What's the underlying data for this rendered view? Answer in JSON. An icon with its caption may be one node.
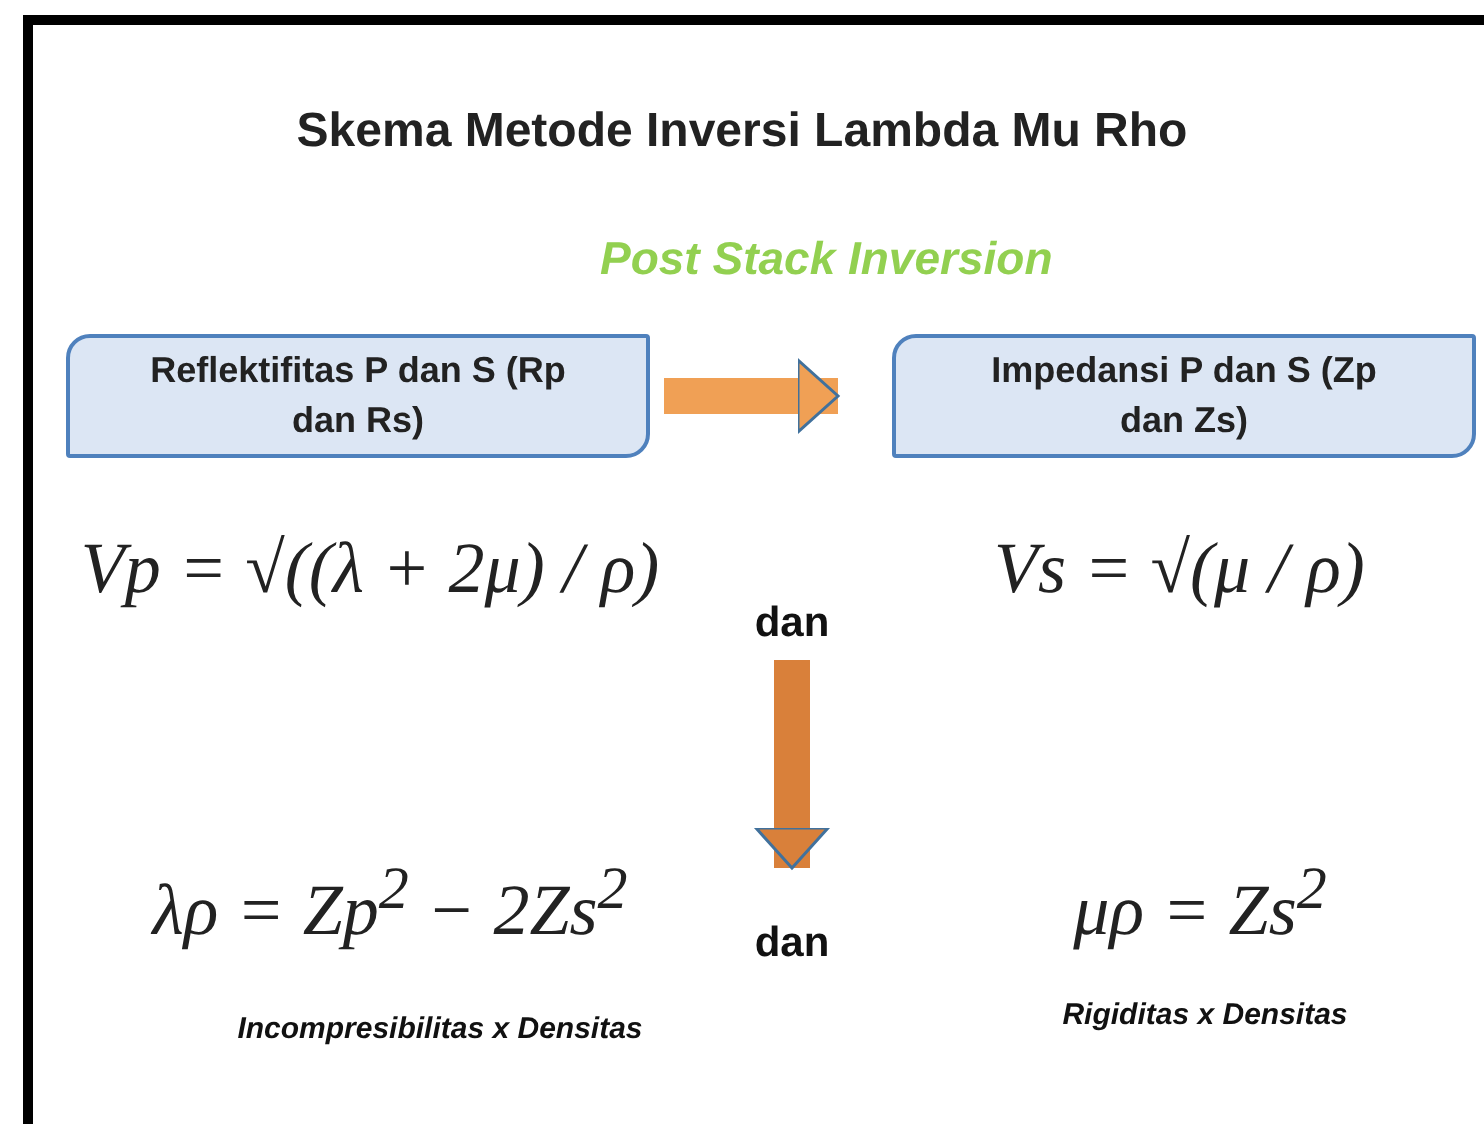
{
  "diagram": {
    "title": "Skema Metode Inversi Lambda Mu Rho",
    "nodes": [
      {
        "text": [
          "Reflektifitas P dan S (Rp dan Rs)"
        ]
      },
      {
        "text": [
          "Impedansi P dan S (Zp dan Zs)"
        ]
      },
      {
        "text": [
          "dan"
        ]
      },
      {
        "text": [
          "dan"
        ]
      }
    ],
    "edges": [
      {
        "from": 0,
        "to": 1,
        "arrow": "to",
        "color": "#f0a055"
      },
      {
        "from": 2,
        "to": 3,
        "arrow": "to",
        "color": "#d9803a"
      }
    ],
    "labels": [
      "Post Stack Inversion",
      "Vp = √((λ + 2μ) / ρ)",
      "Vs = √(μ / ρ)",
      "λρ = Zp$^{2}$ − 2Zs$^{2}$",
      "μρ = Zs$^{2}$",
      "Incompresibilitas x Densitas",
      "Rigiditas x Densitas"
    ]
  }
}
